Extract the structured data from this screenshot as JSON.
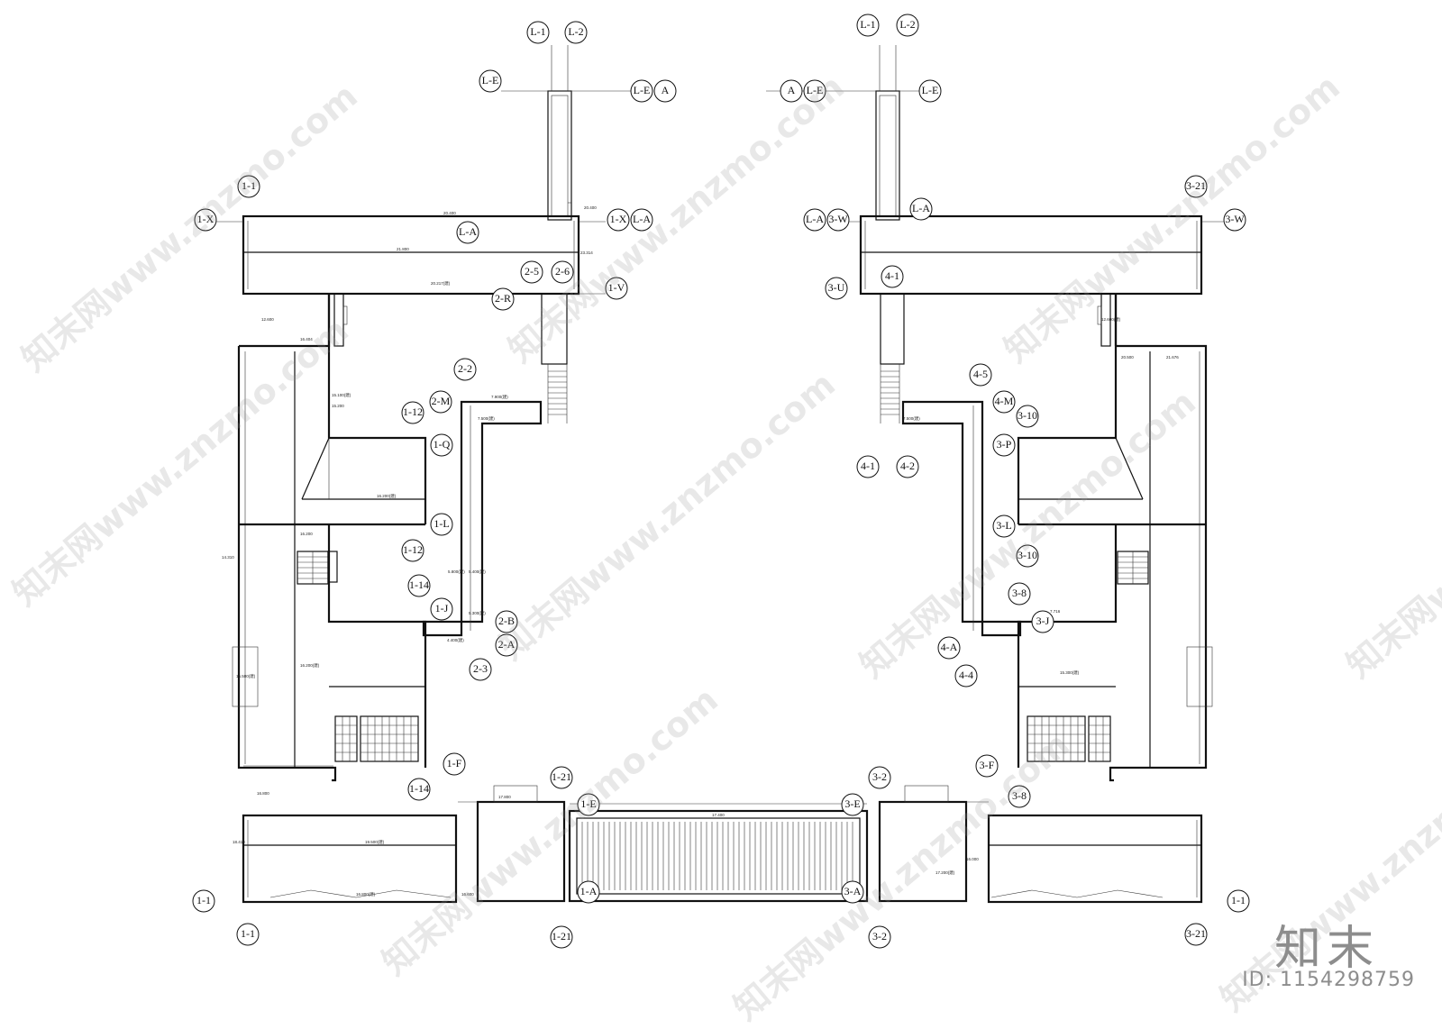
{
  "watermark": {
    "text": "知末网www.znzmo.com",
    "logo_text": "知末",
    "image_id": "ID: 1154298759"
  },
  "bubbles": {
    "left_top_col1": "L-1",
    "left_top_col2": "L-2",
    "left_top_rowE_left": "L-E",
    "left_top_rowE_right": "L-E",
    "left_top_rowA": "A",
    "right_top_col1": "L-1",
    "right_top_col2": "L-2",
    "right_top_rowA": "A",
    "right_top_rowE_left": "L-E",
    "right_top_rowE_right": "L-E",
    "l_1_1_top": "1-1",
    "l_1x": "1-X",
    "l_1xla_a": "1-X",
    "l_1xla_b": "L-A",
    "l_la_mid": "L-A",
    "l_25": "2-5",
    "l_26": "2-6",
    "l_2r": "2-R",
    "l_1v": "1-V",
    "l_22": "2-2",
    "l_2m": "2-M",
    "l_112a": "1-12",
    "l_1q": "1-Q",
    "l_1l": "1-L",
    "l_112b": "1-12",
    "l_114a": "1-14",
    "l_1j": "1-J",
    "l_2b": "2-B",
    "l_2a": "2-A",
    "l_23": "2-3",
    "l_1f": "1-F",
    "l_114b": "1-14",
    "l_121a": "1-21",
    "l_1e": "1-E",
    "l_1a": "1-A",
    "l_121b": "1-21",
    "l_1_1_bottom": "1-1",
    "l_1_1h": "1-1",
    "r_la": "L-A",
    "r_3w_left": "3-W",
    "r_la_mid": "L-A",
    "r_321_top": "3-21",
    "r_3w": "3-W",
    "r_41a": "4-1",
    "r_3u": "3-U",
    "r_45": "4-5",
    "r_4m": "4-M",
    "r_310a": "3-10",
    "r_3p": "3-P",
    "r_3l": "3-L",
    "r_310b": "3-10",
    "r_41b": "4-1",
    "r_42": "4-2",
    "r_38a": "3-8",
    "r_3j": "3-J",
    "r_4a": "4-A",
    "r_44": "4-4",
    "r_3f": "3-F",
    "r_38b": "3-8",
    "r_32a": "3-2",
    "r_3e": "3-E",
    "r_3a": "3-A",
    "r_32b": "3-2",
    "r_321_bottom": "3-21",
    "r_1_1h": "1-1"
  },
  "elevations": {
    "e1": "20.400",
    "e2": "21.800",
    "e3": "20.217(建)",
    "e4": "20.400",
    "e5": "23.314",
    "e6": "12.600",
    "e7": "16.404",
    "e8": "15.100(建)",
    "e9": "15.200",
    "e10": "16.200(建)",
    "e11": "16.200",
    "e12": "14.310",
    "e13": "16.200(建)",
    "e14": "15.500(建)",
    "e15": "16.800",
    "e16": "18.410",
    "e17": "19.500(建)",
    "e18": "16.800(建)",
    "e19": "17.800",
    "e20": "17.400",
    "e21": "16.600",
    "e22": "7.900(建)",
    "e23": "7.500(建)",
    "e24": "5.800(建)",
    "e25": "5.400(建)",
    "e26": "5.300(建)",
    "e27": "4.400(建)",
    "e28": "12.600(建)",
    "e29": "7.716",
    "e30": "7.500(建)",
    "e31": "15.300(建)",
    "e32": "21.676",
    "e33": "20.500",
    "e34": "17.200(建)",
    "e35": "16.000"
  }
}
